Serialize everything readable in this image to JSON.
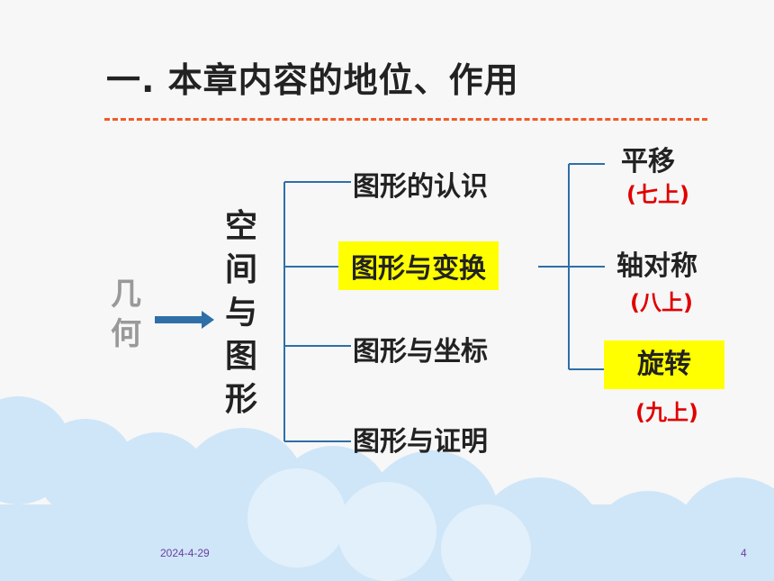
{
  "title": "一. 本章内容的地位、作用",
  "root": {
    "chars": [
      "几",
      "何"
    ]
  },
  "branch": {
    "chars": [
      "空",
      "间",
      "与",
      "图",
      "形"
    ]
  },
  "topics": [
    {
      "label": "图形的认识"
    },
    {
      "label": "图形与变换"
    },
    {
      "label": "图形与坐标"
    },
    {
      "label": "图形与证明"
    }
  ],
  "transforms": [
    {
      "label": "平移",
      "grade": "(七上)"
    },
    {
      "label": "轴对称",
      "grade": "(八上)"
    },
    {
      "label": "旋转",
      "grade": "(九上)"
    }
  ],
  "footer": {
    "date": "2024-4-29",
    "page": "4"
  },
  "colors": {
    "accent_dash": "#f05a28",
    "highlight": "#ffff00",
    "grade_red": "#e00000",
    "bracket": "#2e6fa7",
    "cloud": "#cde5f8"
  }
}
